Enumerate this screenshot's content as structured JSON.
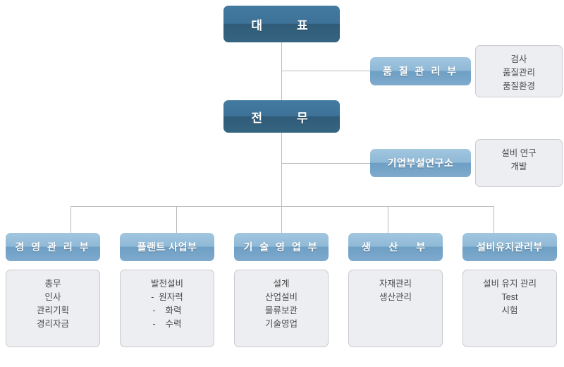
{
  "chart_data": {
    "type": "diagram",
    "title": "조직도",
    "nodes": [
      {
        "id": "ceo",
        "label": "대    표",
        "level": 0
      },
      {
        "id": "quality",
        "label": "품 질 관 리 부",
        "level": 1
      },
      {
        "id": "executive",
        "label": "전    무",
        "level": 1
      },
      {
        "id": "research",
        "label": "기업부설연구소",
        "level": 2
      },
      {
        "id": "management",
        "label": "경 영 관 리 부",
        "level": 3
      },
      {
        "id": "plant",
        "label": "플랜트 사업부",
        "level": 3
      },
      {
        "id": "techsales",
        "label": "기 술 영 업 부",
        "level": 3
      },
      {
        "id": "production",
        "label": "생  산  부",
        "level": 3
      },
      {
        "id": "facility",
        "label": "설비유지관리부",
        "level": 3
      }
    ],
    "edges": [
      {
        "from": "ceo",
        "to": "quality"
      },
      {
        "from": "ceo",
        "to": "executive"
      },
      {
        "from": "executive",
        "to": "research"
      },
      {
        "from": "executive",
        "to": "management"
      },
      {
        "from": "executive",
        "to": "plant"
      },
      {
        "from": "executive",
        "to": "techsales"
      },
      {
        "from": "executive",
        "to": "production"
      },
      {
        "from": "executive",
        "to": "facility"
      }
    ]
  },
  "top": {
    "ceo": {
      "title": "대    표"
    }
  },
  "quality": {
    "title": "품 질 관 리 부",
    "details": [
      "검사",
      "품질관리",
      "품질환경"
    ]
  },
  "executive": {
    "title": "전    무"
  },
  "research": {
    "title": "기업부설연구소",
    "details": [
      "설비 연구",
      "개발"
    ]
  },
  "departments": [
    {
      "id": "management",
      "title": "경 영 관 리 부",
      "details": [
        "총무",
        "인사",
        "관리기획",
        "경리자금"
      ]
    },
    {
      "id": "plant",
      "title": "플랜트 사업부",
      "details": [
        "발전설비",
        "-  원자력",
        "-    화력",
        "-    수력"
      ]
    },
    {
      "id": "techsales",
      "title": "기 술 영 업 부",
      "details": [
        "설계",
        "산업설비",
        "물류보관",
        "기술영업"
      ]
    },
    {
      "id": "production",
      "title": "생  산  부",
      "details": [
        "자재관리",
        "생산관리"
      ]
    },
    {
      "id": "facility",
      "title": "설비유지관리부",
      "details": [
        "설비 유지 관리",
        "Test",
        "시험"
      ]
    }
  ],
  "colors": {
    "node_dark_top": "#437a9f",
    "node_dark_bottom": "#305b78",
    "node_light_top": "#a2c6e0",
    "node_light_bottom": "#6e9fc4",
    "detail_fill": "#eceef1",
    "detail_border": "#c9cbcf",
    "connector": "#b9babd",
    "detail_text": "#4a4a4a",
    "node_text": "#ffffff",
    "background": "#ffffff"
  }
}
